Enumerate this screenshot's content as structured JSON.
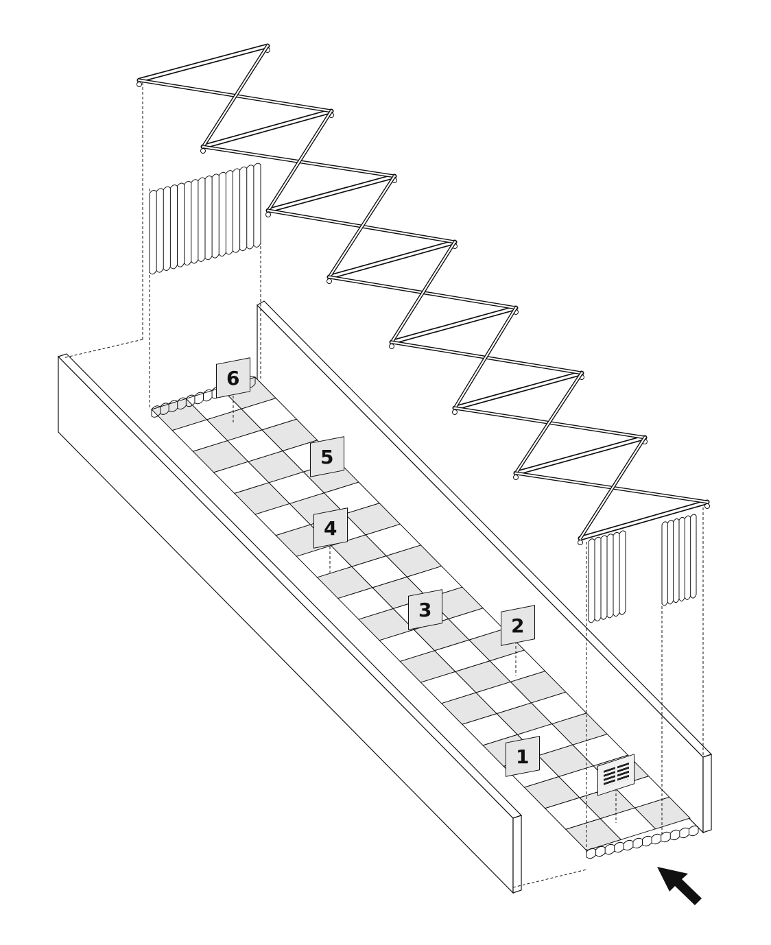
{
  "diagram": {
    "markers": [
      {
        "id": "marker-1",
        "text": "1"
      },
      {
        "id": "marker-2",
        "text": "2"
      },
      {
        "id": "marker-3",
        "text": "3"
      },
      {
        "id": "marker-4",
        "text": "4"
      },
      {
        "id": "marker-5",
        "text": "5"
      },
      {
        "id": "marker-6",
        "text": "6"
      }
    ],
    "icons": [
      "info-sign-icon",
      "entrance-arrow-icon"
    ],
    "colors": {
      "line": "#111111",
      "shade": "#e6e6e6",
      "background": "#ffffff"
    }
  }
}
